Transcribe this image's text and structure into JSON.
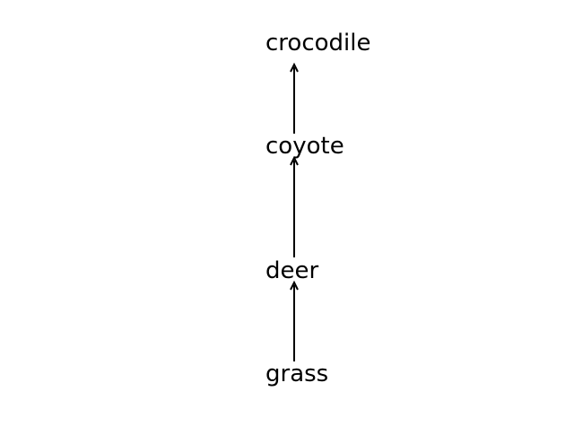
{
  "nodes": [
    "grass",
    "deer",
    "coyote",
    "crocodile"
  ],
  "edges": [
    {
      "from": "grass",
      "to": "deer"
    },
    {
      "from": "deer",
      "to": "coyote"
    },
    {
      "from": "coyote",
      "to": "crocodile"
    }
  ],
  "colors": {
    "line": "#000000",
    "text": "#000000",
    "background": "#ffffff"
  }
}
